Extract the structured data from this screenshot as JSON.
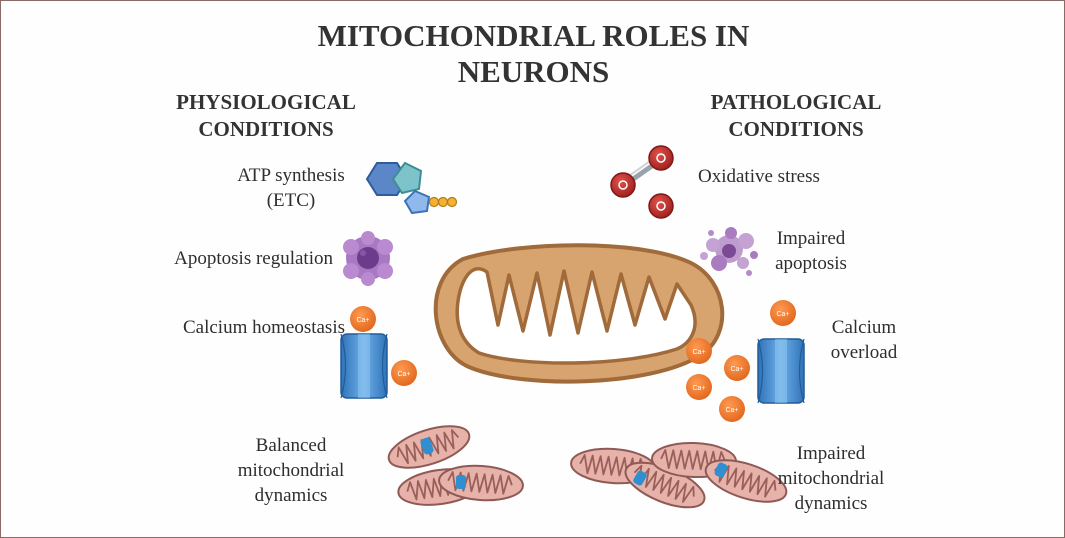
{
  "title": {
    "line1": "MITOCHONDRIAL ROLES IN",
    "line2": "NEURONS"
  },
  "physiological": {
    "heading": {
      "line1": "PHYSIOLOGICAL",
      "line2": "CONDITIONS"
    },
    "atp": {
      "line1": "ATP synthesis",
      "line2": "(ETC)"
    },
    "apoptosis": "Apoptosis regulation",
    "calcium": "Calcium homeostasis",
    "dynamics": {
      "line1": "Balanced",
      "line2": "mitochondrial",
      "line3": "dynamics"
    }
  },
  "pathological": {
    "heading": {
      "line1": "PATHOLOGICAL",
      "line2": "CONDITIONS"
    },
    "oxidative": "Oxidative stress",
    "apoptosis": {
      "line1": "Impaired",
      "line2": "apoptosis"
    },
    "calcium": {
      "line1": "Calcium",
      "line2": "overload"
    },
    "dynamics": {
      "line1": "Impaired",
      "line2": "mitochondrial",
      "line3": "dynamics"
    }
  },
  "ion_label": "Ca+",
  "colors": {
    "mito_fill": "#d7a36e",
    "mito_stroke": "#a06a3a",
    "channel_blue": "#4f93d2",
    "calcium_orange": "#f07a2e",
    "oxygen_red": "#c0302c",
    "apoptosis_purple": "#9a6ab4",
    "small_mito_pink": "#d6928a",
    "fusion_blue": "#2f8fd0"
  }
}
